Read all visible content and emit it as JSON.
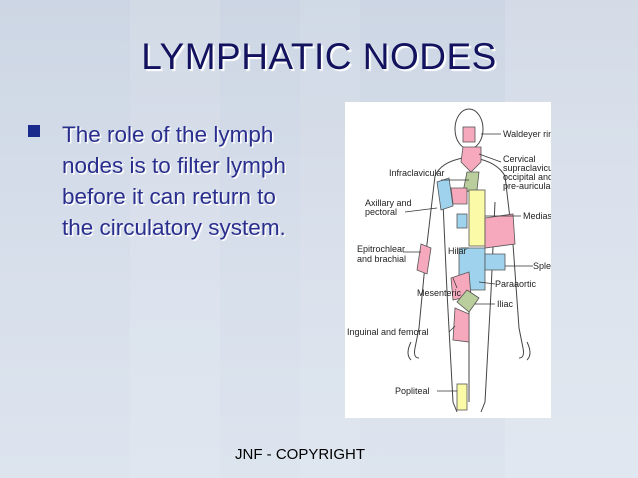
{
  "slide": {
    "title": "LYMPHATIC NODES",
    "bullet": "The role of the lymph nodes is to filter lymph before it can return to the circulatory system.",
    "footer": "JNF - COPYRIGHT",
    "colors": {
      "title": "#12125e",
      "bullet_text": "#2a2f8e",
      "bullet_marker": "#1a2a8c"
    }
  },
  "figure": {
    "labels": {
      "waldeyer": "Waldeyer ring",
      "cervical1": "Cervical",
      "cervical2": "supraclavicular",
      "cervical3": "occipital and",
      "cervical4": "pre-auricular",
      "infraclavicular": "Infraclavicular",
      "axillary1": "Axillary and",
      "axillary2": "pectoral",
      "mediastinal": "Mediastinal",
      "epitrochlear1": "Epitrochlear",
      "epitrochlear2": "and brachial",
      "hilar": "Hilar",
      "spleen": "Spleen",
      "paraaortic": "Paraaortic",
      "mesenteric": "Mesenteric",
      "iliac": "Iliac",
      "inguinal": "Inguinal and femoral",
      "popliteal": "Popliteal"
    },
    "region_colors": {
      "pink": "#f6a8bd",
      "green": "#b9ce9c",
      "blue": "#9fd2ec",
      "yellow": "#fbfaa6",
      "cream": "#f4f2c4"
    }
  }
}
